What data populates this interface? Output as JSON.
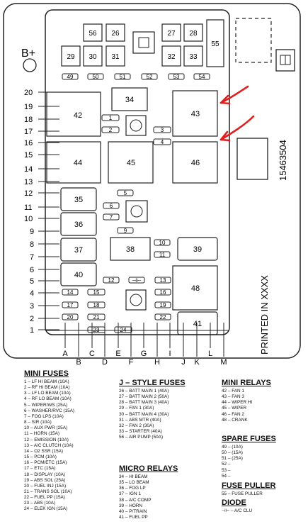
{
  "colors": {
    "ink": "#222222",
    "accent": "#e02020",
    "paper": "#ffffff"
  },
  "battery_label": "B+",
  "part_number": "15463504",
  "printed_in": "PRINTED IN XXXX",
  "boxes": [
    {
      "id": "56",
      "label": "56"
    },
    {
      "id": "26",
      "label": "26"
    },
    {
      "id": "27",
      "label": "27"
    },
    {
      "id": "28",
      "label": "28"
    },
    {
      "id": "55",
      "label": "55"
    },
    {
      "id": "29",
      "label": "29"
    },
    {
      "id": "30",
      "label": "30"
    },
    {
      "id": "31",
      "label": "31"
    },
    {
      "id": "32",
      "label": "32"
    },
    {
      "id": "33",
      "label": "33"
    },
    {
      "id": "34",
      "label": "34"
    },
    {
      "id": "42",
      "label": "42"
    },
    {
      "id": "43",
      "label": "43"
    },
    {
      "id": "44",
      "label": "44"
    },
    {
      "id": "45",
      "label": "45"
    },
    {
      "id": "46",
      "label": "46"
    },
    {
      "id": "35",
      "label": "35"
    },
    {
      "id": "36",
      "label": "36"
    },
    {
      "id": "37",
      "label": "37"
    },
    {
      "id": "38",
      "label": "38"
    },
    {
      "id": "39",
      "label": "39"
    },
    {
      "id": "40",
      "label": "40"
    },
    {
      "id": "48",
      "label": "48"
    },
    {
      "id": "41",
      "label": "41"
    }
  ],
  "mini_fuses_slots": [
    "49",
    "50",
    "51",
    "52",
    "53",
    "54",
    "1",
    "2",
    "3",
    "4",
    "5",
    "6",
    "7",
    "9",
    "10",
    "11",
    "12",
    "13",
    "14",
    "15",
    "16",
    "17",
    "18",
    "19",
    "21",
    "22",
    "23",
    "24"
  ],
  "small_diode_label": "⊣⊢",
  "side_numbers_left": [
    "20",
    "19",
    "18",
    "17",
    "16",
    "15",
    "14",
    "13",
    "12",
    "11",
    "10",
    "9",
    "8",
    "7",
    "6",
    "5",
    "4",
    "3",
    "2",
    "1"
  ],
  "bottom_letters": [
    "A",
    "B",
    "C",
    "D",
    "E",
    "F",
    "G",
    "H",
    "I",
    "J",
    "K",
    "L",
    "M"
  ],
  "legend_mini_fuses": {
    "title": "MINI FUSES",
    "items": [
      "1 – LF HI BEAM (10A)",
      "2 – RF HI BEAM (10A)",
      "3 – LF LO BEAM (10A)",
      "4 – RF LO BEAM (10A)",
      "5 – WIPER/WS (25A)",
      "6 – WASHER/RVC (15A)",
      "7 – FOG LPS (10A)",
      "8 – SIR (10A)",
      "10 – AUX PWR (25A)",
      "11 – HORN (15A)",
      "12 – EMISSION (10A)",
      "13 – A/C CLUTCH (10A)",
      "14 – O2 SSR (15A)",
      "15 – PCM (10A)",
      "16 – PCM/ETC (15A)",
      "17 – ETC (15A)",
      "18 – DISPLAY (10A)",
      "19 – ABS SOL (25A)",
      "20 – FUEL INJ (15A)",
      "21 – TRANS SOL (10A)",
      "22 – FUEL PP (15A)",
      "23 – ABS (10A)",
      "24 – ELEK IGN (15A)"
    ]
  },
  "legend_j_style": {
    "title": "J – STYLE FUSES",
    "items": [
      "26 – BATT MAIN 1 (40A)",
      "27 – BATT MAIN 2 (50A)",
      "28 – BATT MAIN 3 (40A)",
      "29 – FAN 1 (30A)",
      "30 – BATT MAIN 4 (30A)",
      "31 – ABS MTR (40A)",
      "32 – FAN 2 (30A)",
      "33 – STARTER (40A)",
      "56 – AIR PUMP (50A)"
    ]
  },
  "legend_micro_relays": {
    "title": "MICRO RELAYS",
    "items": [
      "34 – HI BEAM",
      "35 – LO BEAM",
      "36 – FOG LP",
      "37 – IGN 1",
      "38 – A/C COMP",
      "39 – HORN",
      "40 – P/TRAIN",
      "41 – FUEL PP"
    ]
  },
  "legend_mini_relays": {
    "title": "MINI RELAYS",
    "items": [
      "42 – FAN 1",
      "43 – FAN 3",
      "44 – WIPER HI",
      "45 – WIPER",
      "46 – FAN 2",
      "48 – CRANK"
    ]
  },
  "legend_spare": {
    "title": "SPARE FUSES",
    "items": [
      "49 – (10A)",
      "50 – (15A)",
      "51 – (25A)",
      "52 –",
      "53 –",
      "54 –"
    ]
  },
  "legend_puller": {
    "title": "FUSE PULLER",
    "items": [
      "55 – FUSE PULLER"
    ]
  },
  "legend_diode": {
    "title": "DIODE",
    "items": [
      "⊣⊢ – A/C CLU"
    ]
  }
}
